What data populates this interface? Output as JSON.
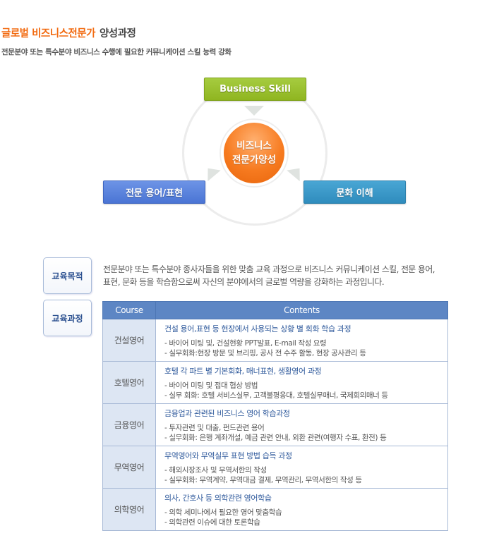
{
  "header": {
    "title_highlight": "글로벌 비즈니스전문가",
    "title_rest": "양성과정",
    "subtitle": "전문분야 또는 특수분야 비즈니스 수행에 필요한 커뮤니케이션 스킬 능력 강화"
  },
  "diagram": {
    "center_line1": "비즈니스",
    "center_line2": "전문가양성",
    "top": "Business Skill",
    "left": "전문 용어/표현",
    "right": "문화 이해"
  },
  "tabs": {
    "purpose": "교육목적",
    "course": "교육과정"
  },
  "purpose_text": "전문분야 또는 특수분야 종사자들을 위한 맞춤 교육 과정으로 비즈니스 커뮤니케이션 스킬, 전문 용어, 표현, 문화 등을 학습함으로써 자신의 분야에서의 글로벌 역량을 강화하는 과정입니다.",
  "table": {
    "headers": [
      "Course",
      "Contents"
    ],
    "rows": [
      {
        "course": "건설영어",
        "heading": "건설 용어,표현 등 현장에서 사용되는 상황 별 회화 학습 과정",
        "lines": [
          "- 바이어 미팅 및, 건설현황 PPT발표, E-mail 작성 요령",
          "- 실무회화:현장 방문 및 브리핑, 공사 전 수주 활동, 현장 공사관리 등"
        ]
      },
      {
        "course": "호텔영어",
        "heading": "호텔 각 파트 별 기본회화, 매너표현, 생활영어 과정",
        "lines": [
          "- 바이어 미팅 및 접대 협상 방법",
          "- 실무 회화: 호텔 서비스실무, 고객불평응대, 호텔실무매너, 국제회의매너 등"
        ]
      },
      {
        "course": "금융영어",
        "heading": "금융업과 관련된 비즈니스 영어  학습과정",
        "lines": [
          "- 투자관련 및 대출, 펀드관련 용어",
          "- 실무회화: 은행 계좌개설, 예금 관련 안내, 외환 관련(여행자 수표, 환전) 등"
        ]
      },
      {
        "course": "무역영어",
        "heading": "무역영어와 무역실무 표현 방법 습득 과정",
        "lines": [
          "- 해외시장조사 및 무역서한의 작성",
          "- 실무회화: 무역계약, 무역대금 결제, 무역관리, 무역서한의 작성 등"
        ]
      },
      {
        "course": "의학영어",
        "heading": "의사, 간호사 등 의학관련 영어학습",
        "lines": [
          "- 의학 세미나에서 필요한 영어 맞춤학습",
          "- 의학관련  이슈에 대한 토론학습"
        ]
      }
    ]
  }
}
